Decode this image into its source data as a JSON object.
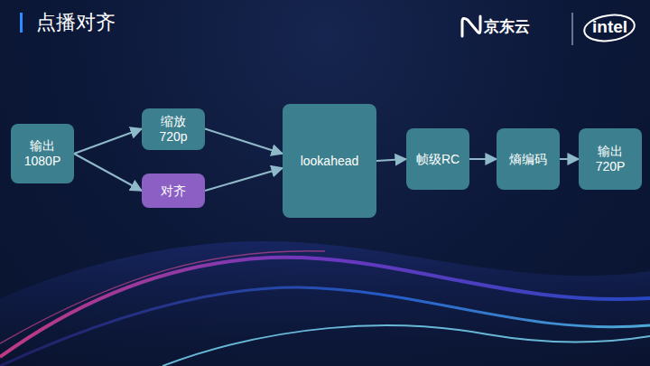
{
  "diagram": {
    "title": "点播对齐",
    "nodes": [
      {
        "text": [
          "输出 1080P"
        ]
      },
      {
        "text": [
          "缩放 720p"
        ]
      },
      {
        "text": [
          "对齐"
        ]
      },
      {
        "text": [
          "lookahead"
        ]
      },
      {
        "text": [
          "帧级RC"
        ]
      },
      {
        "text": [
          "熵编码"
        ]
      },
      {
        "text": [
          "输出 720P"
        ]
      }
    ],
    "edges": [
      {
        "from": 0,
        "to": 1,
        "arrow": "to"
      },
      {
        "from": 0,
        "to": 2,
        "arrow": "to"
      },
      {
        "from": 1,
        "to": 3,
        "arrow": "to"
      },
      {
        "from": 2,
        "to": 3,
        "arrow": "to"
      },
      {
        "from": 3,
        "to": 4,
        "arrow": "to"
      },
      {
        "from": 4,
        "to": 5,
        "arrow": "to"
      },
      {
        "from": 5,
        "to": 6,
        "arrow": "to"
      }
    ],
    "labels": [
      "京东云",
      "intel"
    ]
  }
}
